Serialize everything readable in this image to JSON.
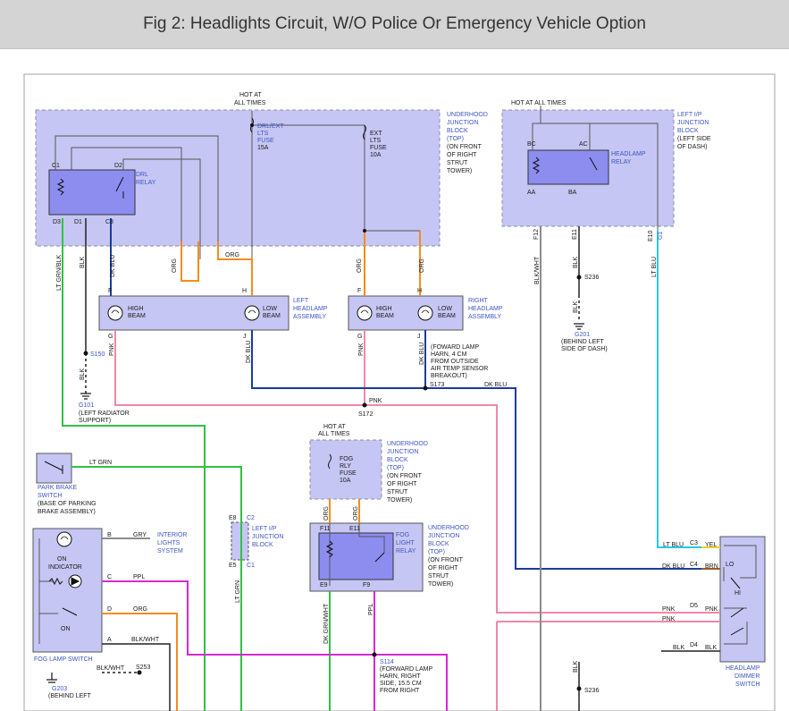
{
  "title": "Fig 2: Headlights Circuit, W/O Police Or Emergency Vehicle Option",
  "colors": {
    "box_fill": "#c6c6f4",
    "relay_fill": "#8d8df0",
    "wire_dark_blue": "#1a3c9a",
    "wire_orange": "#f28c1e",
    "wire_pink": "#f088a8",
    "wire_green": "#33c044",
    "wire_magenta": "#d62ad0",
    "wire_light_blue": "#27c8ee",
    "wire_yellow": "#e9d22a",
    "wire_brown": "#9b5a2a",
    "wire_gray": "#8c8c8c",
    "label_blue": "#3d56c2"
  },
  "hot_top": {
    "line1": "HOT AT",
    "line2": "ALL TIMES"
  },
  "hot_right": "HOT AT ALL TIMES",
  "hot_fog": {
    "line1": "HOT AT",
    "line2": "ALL TIMES"
  },
  "ujb_top": {
    "l1": "UNDERHOOD",
    "l2": "JUNCTION",
    "l3": "BLOCK",
    "l4": "(TOP)",
    "l5": "(ON FRONT",
    "l6": "OF RIGHT",
    "l7": "STRUT",
    "l8": "TOWER)"
  },
  "drl_fuse": {
    "l1": "DRL/EXT",
    "l2": "LTS",
    "l3": "FUSE",
    "l4": "15A"
  },
  "ext_fuse": {
    "l1": "EXT",
    "l2": "LTS",
    "l3": "FUSE",
    "l4": "10A"
  },
  "drl_relay": {
    "l1": "DRL",
    "l2": "RELAY",
    "c1": "C1",
    "d2": "D2",
    "d3": "D3",
    "d1": "D1",
    "c3": "C3"
  },
  "left_ip_top": {
    "l1": "LEFT I/P",
    "l2": "JUNCTION",
    "l3": "BLOCK",
    "l4": "(LEFT SIDE",
    "l5": "OF DASH)"
  },
  "hl_relay": {
    "l1": "HEADLAMP",
    "l2": "RELAY",
    "bc": "BC",
    "ac": "AC",
    "aa": "AA",
    "ba": "BA"
  },
  "conn": {
    "f12": "F12",
    "e11": "E11",
    "e10": "E10",
    "g1": "G1"
  },
  "wire_labels": {
    "lt_grn_blk": "LT GRN/BLK",
    "blk": "BLK",
    "dk_blu": "DK BLU",
    "org": "ORG",
    "orng": "ORG",
    "blk_wht": "BLK/WHT",
    "lt_blu": "LT BLU",
    "pnk": "PNK",
    "lt_grn": "LT GRN",
    "gry": "GRY",
    "ppl": "PPL",
    "dk_grn_wht": "DK GRN/WHT",
    "yel": "YEL",
    "brn": "BRN"
  },
  "splices": {
    "s236": "S236",
    "s150": "S150",
    "s173": "S173",
    "s172": "S172",
    "s253": "S253",
    "s114": "S114",
    "s236b": "S236"
  },
  "g201": {
    "name": "G201",
    "l1": "(BEHIND LEFT",
    "l2": "SIDE OF DASH)"
  },
  "g101": {
    "name": "G101",
    "l1": "(LEFT RADIATOR",
    "l2": "SUPPORT)"
  },
  "g203": {
    "name": "G203",
    "l1": "(BEHIND LEFT"
  },
  "left_hl": {
    "f": "F",
    "h": "H",
    "g": "G",
    "j": "J",
    "high": "HIGH",
    "beam": "BEAM",
    "low": "LOW",
    "beam2": "BEAM",
    "n1": "LEFT",
    "n2": "HEADLAMP",
    "n3": "ASSEMBLY"
  },
  "right_hl": {
    "f": "F",
    "h": "H",
    "g": "G",
    "j": "J",
    "high": "HIGH",
    "beam": "BEAM",
    "low": "LOW",
    "beam2": "BEAM",
    "n1": "RIGHT",
    "n2": "HEADLAMP",
    "n3": "ASSEMBLY"
  },
  "harness_note": {
    "l1": "(FOWARD LAMP",
    "l2": "HARN, 4 CM",
    "l3": "FROM OUTSIDE",
    "l4": "AIR TEMP SENSOR",
    "l5": "BREAKOUT)"
  },
  "park_brake": {
    "l1": "PARK BRAKE",
    "l2": "SWITCH",
    "l3": "(BASE OF PARKING",
    "l4": "BRAKE ASSEMBLY)"
  },
  "fog_fuse": {
    "l1": "FOG",
    "l2": "RLY",
    "l3": "FUSE",
    "l4": "10A"
  },
  "ujb_fog": {
    "l1": "UNDERHOOD",
    "l2": "JUNCTION",
    "l3": "BLOCK",
    "l4": "(TOP)",
    "l5": "(ON FRONT",
    "l6": "OF RIGHT",
    "l7": "STRUT",
    "l8": "TOWER)"
  },
  "ujb_fog_relay": {
    "l1": "UNDERHOOD",
    "l2": "JUNCTION",
    "l3": "BLOCK",
    "l4": "(TOP)",
    "l5": "(ON FRONT",
    "l6": "OF RIGHT",
    "l7": "STRUT",
    "l8": "TOWER)"
  },
  "fog_relay": {
    "l1": "FOG",
    "l2": "LIGHT",
    "l3": "RELAY",
    "f11": "F11",
    "e11": "E11",
    "e9": "E9",
    "f9": "F9"
  },
  "left_ip_mid": {
    "e8": "E8",
    "c2": "C2",
    "e5": "E5",
    "c1": "C1",
    "l1": "LEFT I/P",
    "l2": "JUNCTION",
    "l3": "BLOCK"
  },
  "interior": {
    "l1": "INTERIOR",
    "l2": "LIGHTS",
    "l3": "SYSTEM"
  },
  "fog_switch": {
    "on": "ON",
    "indicator": "INDICATOR",
    "on2": "ON",
    "name": "FOG LAMP SWITCH",
    "b": "B",
    "c": "C",
    "d": "D",
    "a": "A"
  },
  "s114_note": {
    "l1": "(FORWARD LAMP",
    "l2": "HARN, RIGHT",
    "l3": "SIDE, 15.5 CM",
    "l4": "FROM RIGHT"
  },
  "dimmer": {
    "c3": "C3",
    "c4": "C4",
    "d5": "D5",
    "d4": "D4",
    "lo": "LO",
    "hi": "HI",
    "l1": "HEADLAMP",
    "l2": "DIMMER",
    "l3": "SWITCH"
  }
}
